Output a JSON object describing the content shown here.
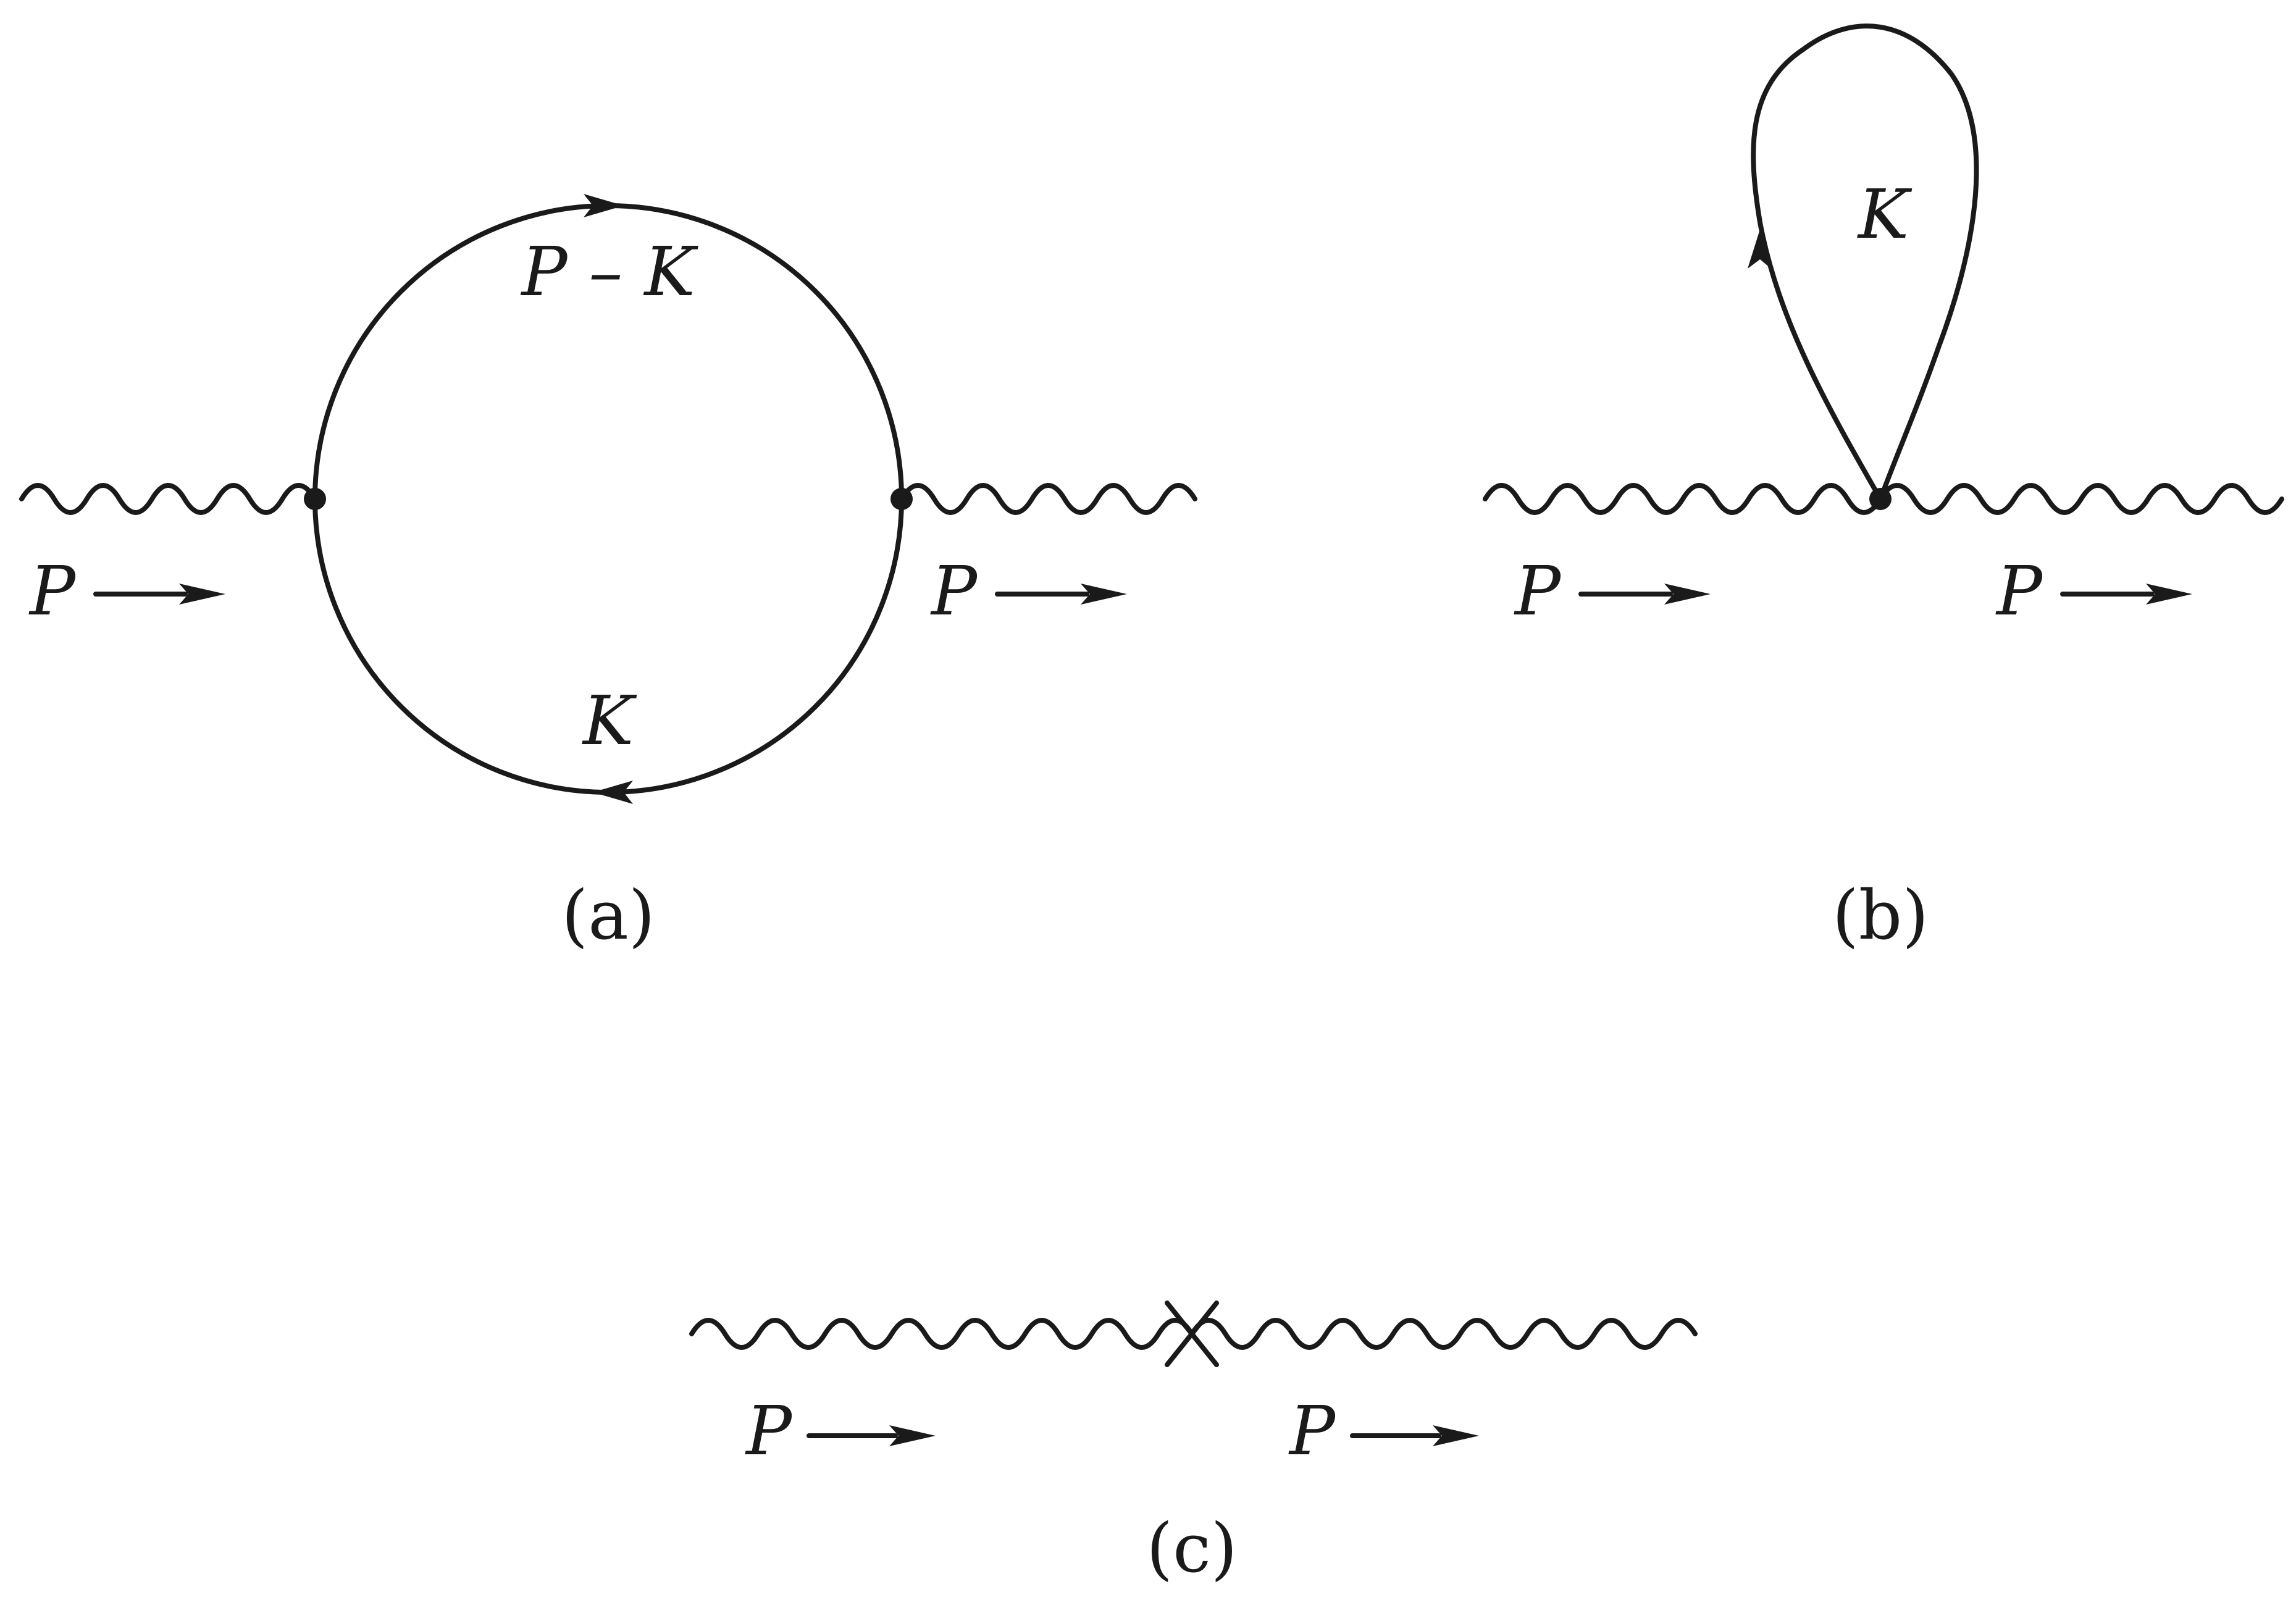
{
  "diagram_a": {
    "caption": "(a)",
    "loop_top_label": "P – K",
    "loop_bottom_label": "K",
    "momentum_in": "P",
    "momentum_out": "P"
  },
  "diagram_b": {
    "caption": "(b)",
    "loop_label": "K",
    "momentum_in": "P",
    "momentum_out": "P"
  },
  "diagram_c": {
    "caption": "(c)",
    "momentum_in": "P",
    "momentum_out": "P"
  }
}
